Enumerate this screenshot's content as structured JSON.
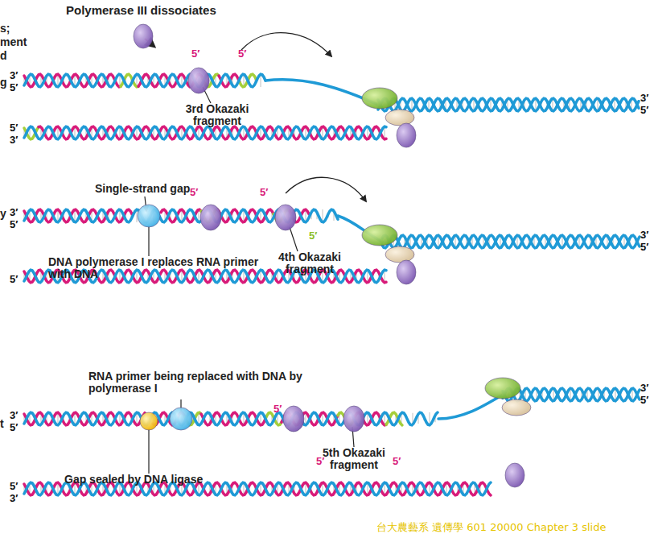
{
  "diagram": {
    "labels": [
      "Polymerase III dissociates",
      "s;",
      "ment",
      "d",
      "g",
      "3′",
      "5′",
      "5′",
      "5′",
      "3rd Okazaki fragment",
      "3′",
      "5′",
      "5′",
      "3′",
      "Single-strand gap",
      "y",
      "3′",
      "5′",
      "5′",
      "5′",
      "5′",
      "4th Okazaki fragment",
      "DNA polymerase I replaces RNA primer with DNA",
      "3′",
      "5′",
      "5′",
      "RNA primer being replaced with DNA by polymerase I",
      "t",
      "3′",
      "5′",
      "5′",
      "Gap sealed by DNA ligase",
      "5′",
      "5′",
      "5th Okazaki fragment",
      "3′",
      "5′",
      "5′",
      "3′",
      "台大農藝系 遺傳學 601 20000 Chapter 3 slide"
    ]
  }
}
